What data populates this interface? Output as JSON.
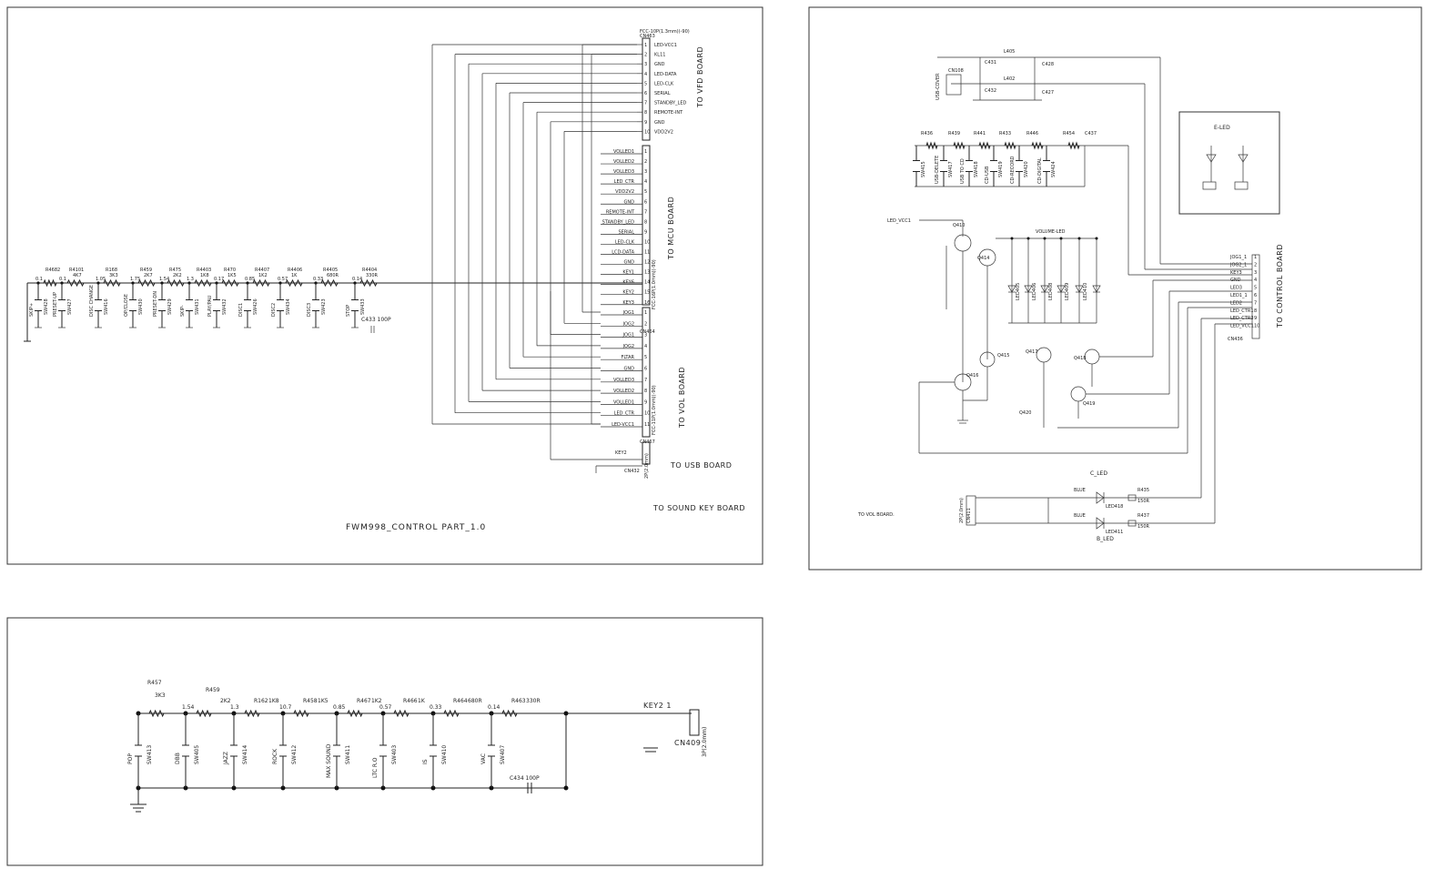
{
  "panels": {
    "control": {
      "title": "FWM998_CONTROL PART_1.0",
      "connector_top_label": "FCC-10P(1.3mm)(-90)",
      "connector_top_ref": "CN463",
      "vfd_pins": [
        "LED-VCC1",
        "KL11",
        "GND",
        "LED-DATA",
        "LED-CLK",
        "SERIAL",
        "STANDBY_LED",
        "REMOTE-INT",
        "GND",
        "VDD2V2"
      ],
      "to_vfd": "TO VFD BOARD",
      "mcu_pins": [
        "VOLLED1",
        "VOLLED2",
        "VOLLED3",
        "LED_CTR",
        "VDD2V2",
        "GND",
        "REMOTE-INT",
        "STANDBY_LED",
        "SERIAL",
        "LED-CLK",
        "LCD-DATA",
        "GND",
        "KEY1",
        "KEY6",
        "KEY2",
        "KEY3"
      ],
      "to_mcu": "TO MCU BOARD",
      "mcu_connector_label": "FCC-16P(1.0mm)(-90)",
      "vol_pins": [
        "JOG1",
        "JOG2",
        "JOG1",
        "JOG2",
        "FLTAR",
        "GND",
        "VOLLED3",
        "VOLLED2",
        "VOLLED1",
        "LED_CTR",
        "LED-VCC1"
      ],
      "vol_connector_ref": "CN464",
      "vol_connector_label": "FCC-11P(1.0mm)(-90)",
      "to_vol": "TO VOL BOARD",
      "cn467": "CN467",
      "usb_pin": "KEY2",
      "usb_connector_ref": "CN432",
      "usb_connector_label": "2P(2.0mm)",
      "to_usb": "TO USB BOARD",
      "to_sound_key": "TO SOUND KEY BOARD",
      "resistors": [
        {
          "ref": "R4682",
          "val": "",
          "volt": "0.1"
        },
        {
          "ref": "R4101",
          "val": "4K7",
          "volt": "0.1"
        },
        {
          "ref": "R168",
          "val": "3K3",
          "volt": "1.05"
        },
        {
          "ref": "R459",
          "val": "2K7",
          "volt": "1.75"
        },
        {
          "ref": "R475",
          "val": "2K2",
          "volt": "1.54"
        },
        {
          "ref": "R4403",
          "val": "1K8",
          "volt": "1.3"
        },
        {
          "ref": "R470",
          "val": "1K5",
          "volt": "0.17"
        },
        {
          "ref": "R4407",
          "val": "1K2",
          "volt": "0.85"
        },
        {
          "ref": "R4406",
          "val": "1K",
          "volt": "0.57"
        },
        {
          "ref": "R4405",
          "val": "680R",
          "volt": "0.33"
        },
        {
          "ref": "R4404",
          "val": "330R",
          "volt": "0.14"
        }
      ],
      "switches": [
        {
          "ref": "SW428",
          "name": "SKIP+"
        },
        {
          "ref": "SW427",
          "name": "PRESET-UP"
        },
        {
          "ref": "SW416",
          "name": "DISC CHANGE"
        },
        {
          "ref": "SW430",
          "name": "OP/CLOSE"
        },
        {
          "ref": "SW429",
          "name": "PRESET-DN"
        },
        {
          "ref": "SW431",
          "name": "SKIP-"
        },
        {
          "ref": "SW432",
          "name": "PLAY/PAU"
        },
        {
          "ref": "SW426",
          "name": "DISC1"
        },
        {
          "ref": "SW434",
          "name": "DISC2"
        },
        {
          "ref": "SW423",
          "name": "DISC3"
        },
        {
          "ref": "SW433",
          "name": "STOP"
        }
      ],
      "cap": "C433 100P"
    },
    "led": {
      "e_led": "E-LED",
      "c_led": "C_LED",
      "b_led": "B_LED",
      "to_control": "TO CONTROL BOARD",
      "to_vol": "TO VOL BOARD.",
      "usb_label": "USB-COVER",
      "led_vcc": "LED_VCC1",
      "volume_led": "VOLUME-LED",
      "top_parts": [
        "L405",
        "C431",
        "C428",
        "L402",
        "C432",
        "C427",
        "CN108"
      ],
      "switches": [
        "SW415",
        "SW417",
        "SW418",
        "SW419",
        "SW420",
        "SW424"
      ],
      "switch_names": [
        "USB-DELETE",
        "USB TO CD",
        "CD-USB",
        "CD-RECORD",
        "CD-DIGITAL"
      ],
      "resistors": [
        "R436",
        "R439",
        "R441",
        "R433",
        "R446",
        "R454",
        "C437"
      ],
      "transistors": [
        "Q410",
        "Q414",
        "Q415",
        "Q416",
        "Q417",
        "Q418",
        "Q419",
        "Q420"
      ],
      "leds": [
        "LED405",
        "LED406",
        "LED408",
        "LED409",
        "LED410"
      ],
      "right_pins": [
        "JOG1_1",
        "JOG2_1",
        "KEY3",
        "GND",
        "LED3",
        "LED1_1",
        "LED2",
        "LED_CTR1",
        "LED_CTR3",
        "LED_VCC1"
      ],
      "right_connector": "CN436",
      "bottom_leds": [
        {
          "color": "BLUE",
          "ref": "LED418",
          "res": "R435",
          "rv": "150R"
        },
        {
          "color": "BLUE",
          "ref": "LED411",
          "res": "R437",
          "rv": "150R"
        }
      ],
      "bottom_connector": "CN411",
      "bottom_connector_label": "2P(2.0mm)"
    },
    "soundkey": {
      "key_label": "KEY2 1",
      "connector_ref": "CN409",
      "connector_label": "3P(2.0mm)",
      "cap": "C434 100P",
      "resistors": [
        {
          "ref": "R457",
          "val": "3K3",
          "volt": "1.54"
        },
        {
          "ref": "R459",
          "val": "2K2",
          "volt": "1.3"
        },
        {
          "ref": "R162",
          "val": "1K8",
          "volt": "10.7"
        },
        {
          "ref": "R458",
          "val": "1K5",
          "volt": "0.85"
        },
        {
          "ref": "R467",
          "val": "1K2",
          "volt": "0.57"
        },
        {
          "ref": "R466",
          "val": "1K",
          "volt": "0.33"
        },
        {
          "ref": "R464",
          "val": "680R",
          "volt": "0.14"
        },
        {
          "ref": "R463",
          "val": "330R",
          "volt": ""
        }
      ],
      "switches": [
        {
          "ref": "SW413",
          "name": "POP"
        },
        {
          "ref": "SW405",
          "name": "DBB"
        },
        {
          "ref": "SW414",
          "name": "JAZZ"
        },
        {
          "ref": "SW412",
          "name": "ROCK"
        },
        {
          "ref": "SW411",
          "name": "MAX SOUND"
        },
        {
          "ref": "SW403",
          "name": "LTC R.O"
        },
        {
          "ref": "SW410",
          "name": "IS"
        },
        {
          "ref": "SW407",
          "name": "VAC"
        }
      ]
    }
  }
}
